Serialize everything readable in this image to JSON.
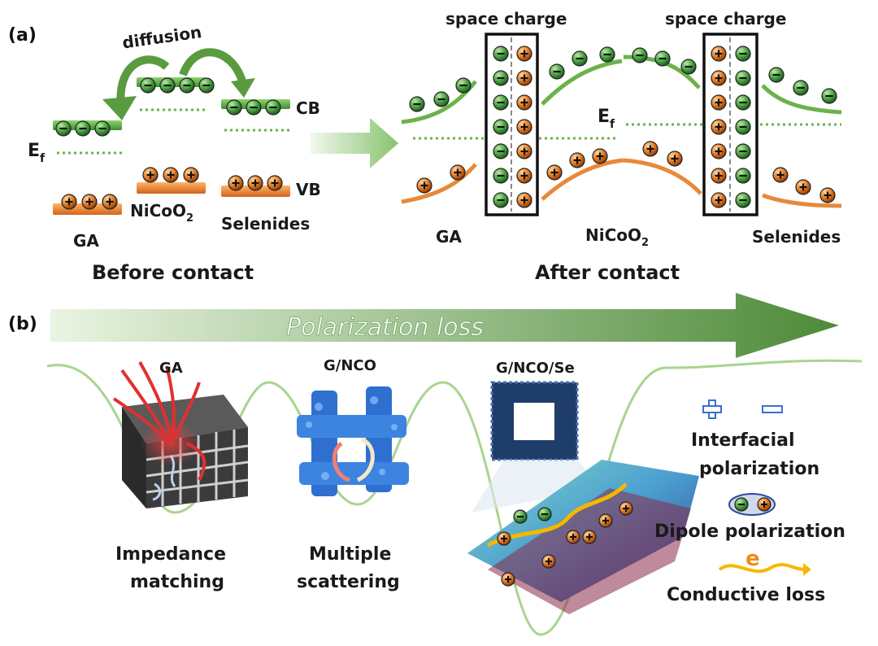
{
  "panel_a": {
    "label": "(a)",
    "diffusion": "diffusion",
    "cb": "CB",
    "vb": "VB",
    "ef": "E",
    "ef_sub": "f",
    "ga": "GA",
    "nicoo2_main": "NiCoO",
    "nicoo2_sub": "2",
    "selenides": "Selenides",
    "before": "Before contact",
    "space_charge": "space charge",
    "after": "After contact"
  },
  "panel_b": {
    "label": "(b)",
    "arrow_text": "Polarization loss",
    "ga_title": "GA",
    "gnco_title": "G/NCO",
    "gncose_title": "G/NCO/Se",
    "impedance_1": "Impedance",
    "impedance_2": "matching",
    "multiple_1": "Multiple",
    "multiple_2": "scattering",
    "interfacial_1": "Interfacial",
    "interfacial_2": "polarization",
    "dipole": "Dipole polarization",
    "e_symbol": "e",
    "conductive": "Conductive loss"
  },
  "colors": {
    "electron_green": "#3f9a3a",
    "hole_orange": "#e07a20",
    "band_green": "#6bb24a",
    "band_orange": "#e8893a",
    "arrow_green": "#4f8f3a",
    "polar_blue": "#3a6fd0"
  }
}
